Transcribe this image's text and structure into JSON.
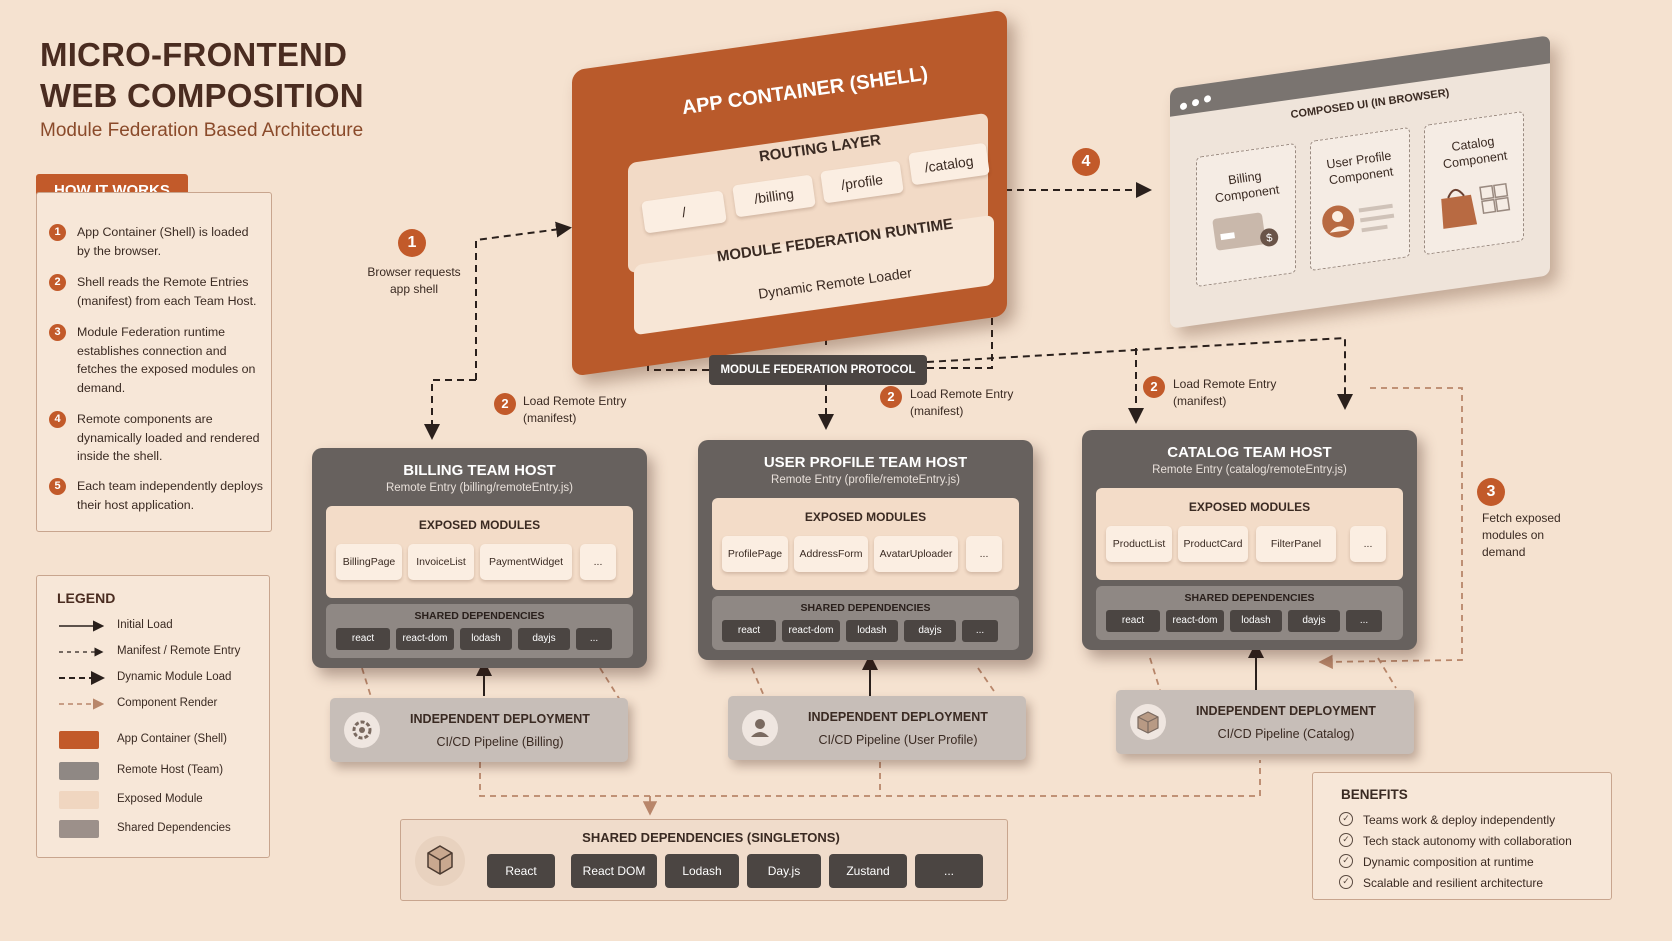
{
  "title": {
    "line1": "MICRO-FRONTEND",
    "line2": "WEB COMPOSITION",
    "subtitle": "Module Federation Based Architecture"
  },
  "how_it_works": {
    "heading": "HOW IT WORKS",
    "steps": [
      {
        "num": "1",
        "text": "App Container (Shell) is loaded by the browser."
      },
      {
        "num": "2",
        "text": "Shell reads the Remote Entries (manifest) from each Team Host."
      },
      {
        "num": "3",
        "text": "Module Federation runtime establishes connection and fetches the exposed modules on demand."
      },
      {
        "num": "4",
        "text": "Remote components are dynamically loaded and rendered inside the shell."
      },
      {
        "num": "5",
        "text": "Each team independently deploys their host application."
      }
    ]
  },
  "legend": {
    "title": "LEGEND",
    "lines": [
      "Initial Load",
      "Manifest / Remote Entry",
      "Dynamic Module Load",
      "Component Render"
    ],
    "swatches": [
      {
        "label": "App Container (Shell)",
        "color": "#c25a2a"
      },
      {
        "label": "Remote Host (Team)",
        "color": "#8f8884"
      },
      {
        "label": "Exposed Module",
        "color": "#f0d6c0"
      },
      {
        "label": "Shared Dependencies",
        "color": "#9c908a"
      }
    ]
  },
  "shell": {
    "title": "APP CONTAINER (SHELL)",
    "routing_title": "ROUTING LAYER",
    "routes": [
      "/",
      "/billing",
      "/profile",
      "/catalog"
    ],
    "runtime_title": "MODULE FEDERATION RUNTIME",
    "loader": "Dynamic Remote Loader"
  },
  "composed": {
    "title": "COMPOSED UI (IN BROWSER)",
    "components": [
      "Billing Component",
      "User Profile Component",
      "Catalog Component"
    ]
  },
  "protocol": "MODULE FEDERATION PROTOCOL",
  "callouts": {
    "c1_num": "1",
    "c1_text": "Browser requests app shell",
    "c2_num": "2",
    "c2_text": "Load Remote Entry (manifest)",
    "c3_num": "3",
    "c3_text": "Fetch exposed modules on demand",
    "c4_num": "4"
  },
  "hosts": [
    {
      "title": "BILLING TEAM HOST",
      "entry": "Remote Entry (billing/remoteEntry.js)",
      "modules": [
        "BillingPage",
        "InvoiceList",
        "PaymentWidget",
        "..."
      ]
    },
    {
      "title": "USER PROFILE TEAM HOST",
      "entry": "Remote Entry (profile/remoteEntry.js)",
      "modules": [
        "ProfilePage",
        "AddressForm",
        "AvatarUploader",
        "..."
      ]
    },
    {
      "title": "CATALOG TEAM HOST",
      "entry": "Remote Entry (catalog/remoteEntry.js)",
      "modules": [
        "ProductList",
        "ProductCard",
        "FilterPanel",
        "..."
      ]
    }
  ],
  "exposed_label": "EXPOSED MODULES",
  "shared_label": "SHARED DEPENDENCIES",
  "host_deps": [
    "react",
    "react-dom",
    "lodash",
    "dayjs",
    "..."
  ],
  "deployments": [
    {
      "title": "INDEPENDENT DEPLOYMENT",
      "pipeline": "CI/CD Pipeline (Billing)",
      "icon": "gear-icon"
    },
    {
      "title": "INDEPENDENT DEPLOYMENT",
      "pipeline": "CI/CD Pipeline (User Profile)",
      "icon": "user-icon"
    },
    {
      "title": "INDEPENDENT DEPLOYMENT",
      "pipeline": "CI/CD Pipeline (Catalog)",
      "icon": "box-icon"
    }
  ],
  "singletons": {
    "title": "SHARED DEPENDENCIES (SINGLETONS)",
    "items": [
      "React",
      "React DOM",
      "Lodash",
      "Day.js",
      "Zustand",
      "..."
    ]
  },
  "benefits": {
    "title": "BENEFITS",
    "items": [
      "Teams work & deploy independently",
      "Tech stack autonomy with collaboration",
      "Dynamic composition at runtime",
      "Scalable and resilient architecture"
    ]
  },
  "colors": {
    "accent": "#c25a2a",
    "host": "#67615e",
    "background": "#f5e2d0"
  }
}
